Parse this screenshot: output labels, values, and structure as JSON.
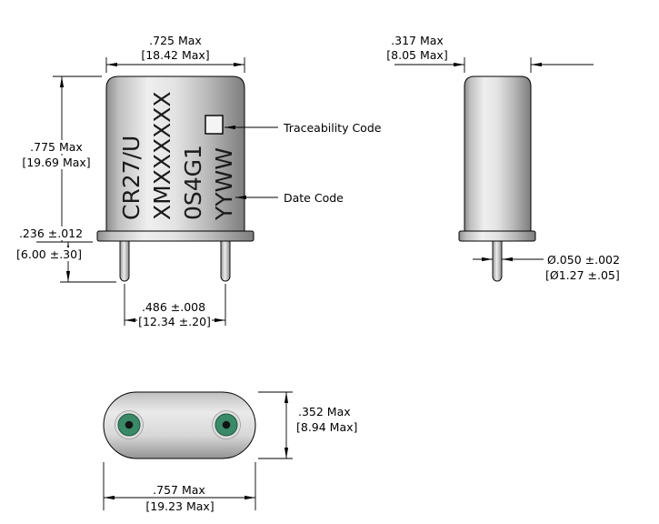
{
  "front_view": {
    "marking": {
      "lines": [
        "CR27/U",
        "XMXXXXXX",
        "0S4G1",
        "YYWW"
      ]
    },
    "dim_width": {
      "inch": ".725 Max",
      "mm": "[18.42 Max]"
    },
    "dim_height": {
      "inch": ".775 Max",
      "mm": "[19.69 Max]"
    },
    "dim_lead_length": {
      "inch": ".236 ±.012",
      "mm": "[6.00 ±.30]"
    },
    "dim_lead_spacing": {
      "inch": ".486 ±.008",
      "mm": "[12.34 ±.20]"
    },
    "traceability_label": "Traceability Code",
    "date_code_label": "Date Code"
  },
  "side_view": {
    "dim_depth": {
      "inch": ".317 Max",
      "mm": "[8.05 Max]"
    },
    "dim_lead_diameter": {
      "inch": "Ø.050 ±.002",
      "mm": "[Ø1.27 ±.05]"
    }
  },
  "bottom_view": {
    "dim_depth": {
      "inch": ".352 Max",
      "mm": "[8.94 Max]"
    },
    "dim_width": {
      "inch": ".757 Max",
      "mm": "[19.23 Max]"
    }
  },
  "colors": {
    "line": "#000000",
    "body_highlight": "#f2f2f2",
    "body_shadow": "#7d7d7d",
    "pin_seal_green": "#3a8a68",
    "pin_center": "#141414"
  }
}
